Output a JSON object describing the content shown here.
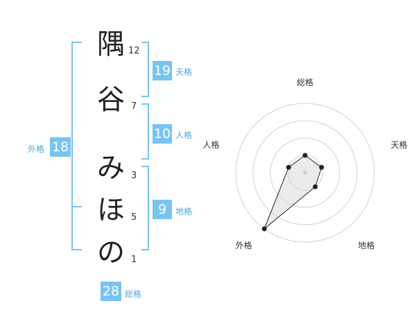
{
  "name_chars": [
    {
      "char": "隅",
      "strokes": "12"
    },
    {
      "char": "谷",
      "strokes": "7"
    },
    {
      "char": "み",
      "strokes": "3"
    },
    {
      "char": "ほ",
      "strokes": "5"
    },
    {
      "char": "の",
      "strokes": "1"
    }
  ],
  "fortunes": {
    "tenkaku": {
      "value": "19",
      "label": "天格"
    },
    "jinkaku": {
      "value": "10",
      "label": "人格"
    },
    "chikaku": {
      "value": "9",
      "label": "地格"
    },
    "gaikaku": {
      "value": "18",
      "label": "外格"
    },
    "soukaku": {
      "value": "28",
      "label": "総格"
    }
  },
  "bracket_color": "#77c4f3",
  "chart_data": {
    "type": "radar",
    "axes": [
      "総格",
      "天格",
      "地格",
      "外格",
      "人格"
    ],
    "rings": 4,
    "values": [
      1,
      1,
      1,
      4,
      1
    ]
  }
}
